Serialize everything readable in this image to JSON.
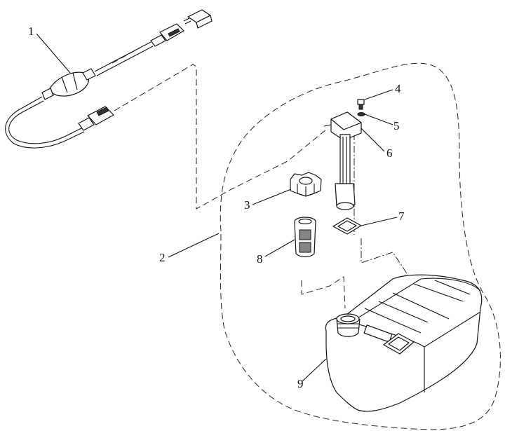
{
  "diagram": {
    "type": "exploded-parts-diagram",
    "callouts": [
      {
        "number": "1",
        "part": "fuel-line-with-primer-bulb"
      },
      {
        "number": "2",
        "part": "fuel-tank-assembly-boundary"
      },
      {
        "number": "3",
        "part": "float"
      },
      {
        "number": "4",
        "part": "screw"
      },
      {
        "number": "5",
        "part": "washer"
      },
      {
        "number": "6",
        "part": "fuel-gauge-pickup"
      },
      {
        "number": "7",
        "part": "gasket"
      },
      {
        "number": "8",
        "part": "filter"
      },
      {
        "number": "9",
        "part": "fuel-tank"
      }
    ]
  }
}
